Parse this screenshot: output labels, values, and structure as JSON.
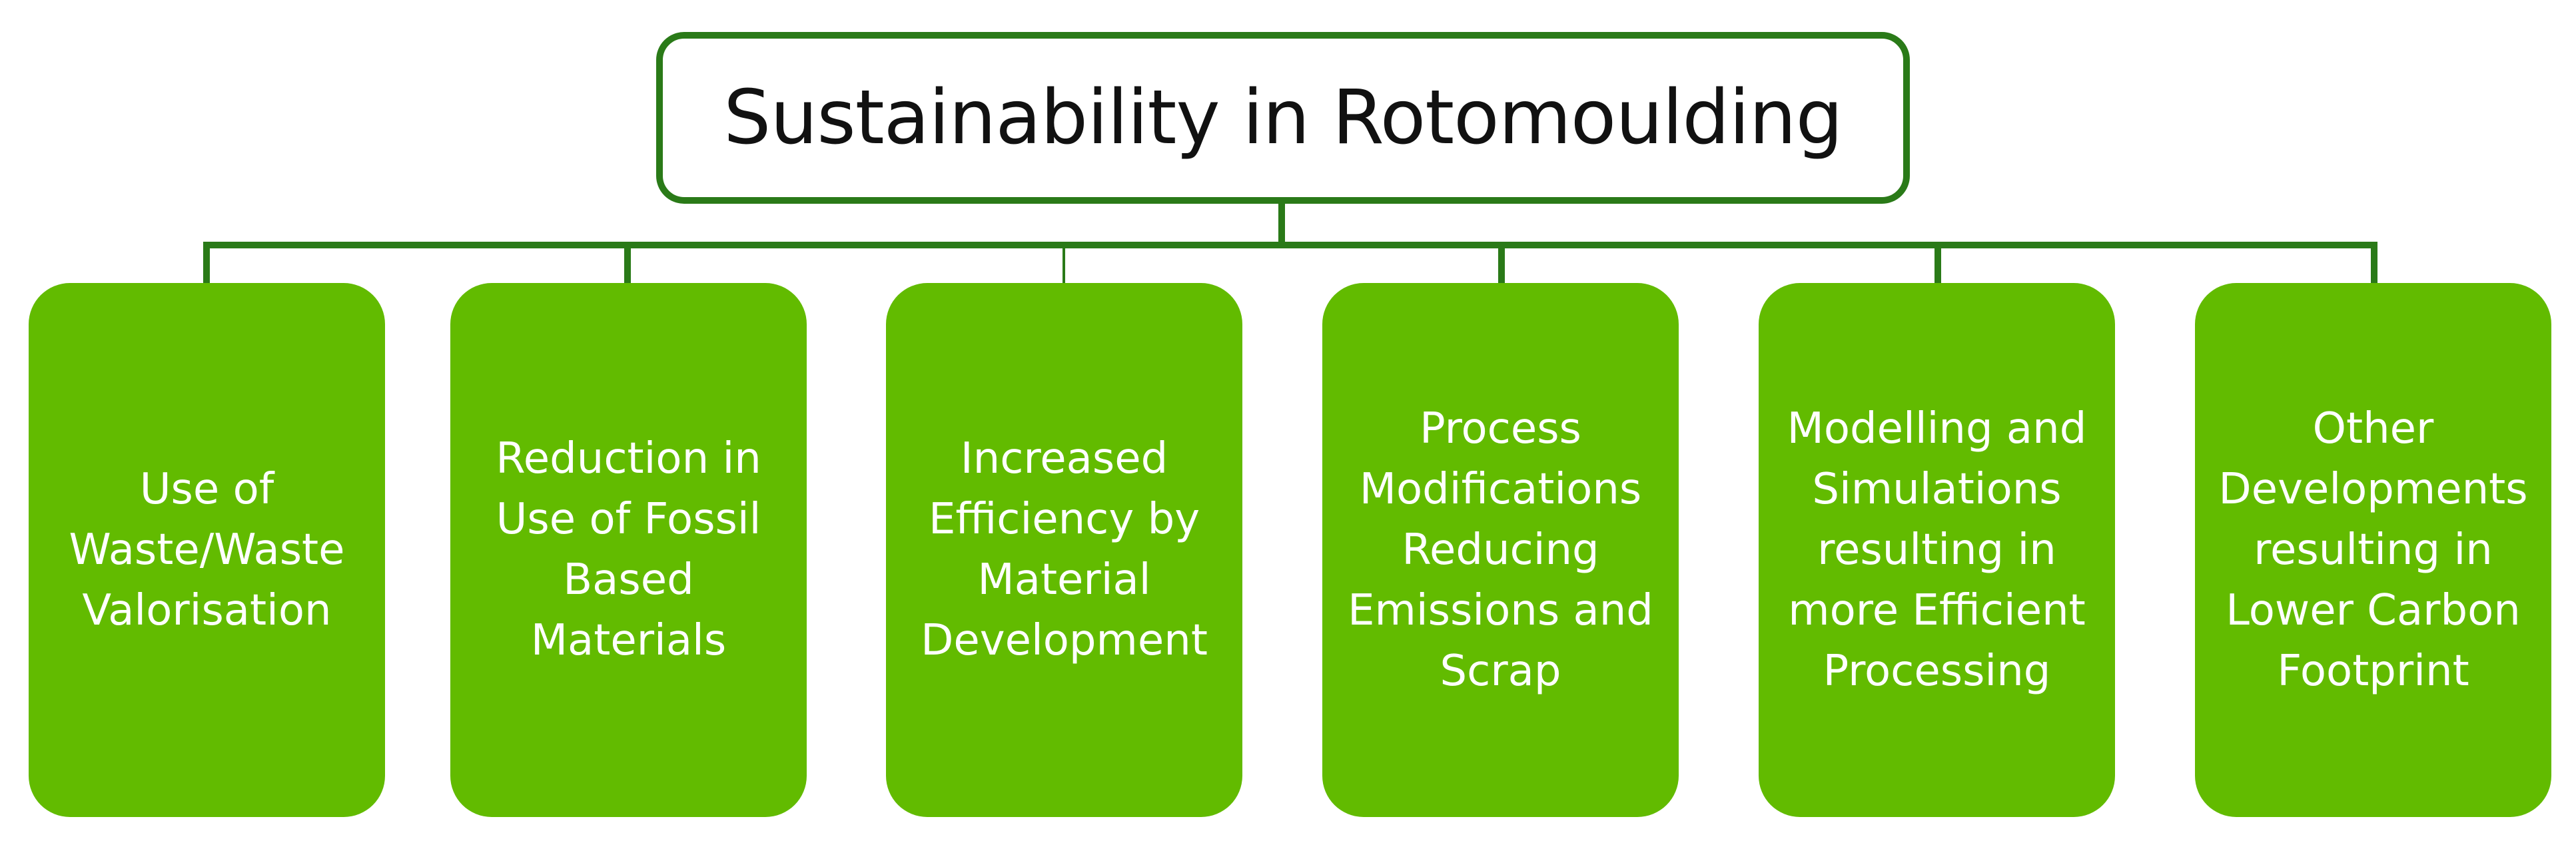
{
  "diagram": {
    "root": {
      "label": "Sustainability in Rotomoulding"
    },
    "children": [
      {
        "label": "Use of\nWaste/Waste\nValorisation"
      },
      {
        "label": "Reduction in\nUse of Fossil\nBased\nMaterials"
      },
      {
        "label": "Increased\nEfficiency by\nMaterial\nDevelopment"
      },
      {
        "label": "Process\nModifications\nReducing\nEmissions and\nScrap"
      },
      {
        "label": "Modelling and\nSimulations\nresulting in\nmore Efficient\nProcessing"
      },
      {
        "label": "Other\nDevelopments\nresulting in\nLower Carbon\nFootprint"
      }
    ],
    "colors": {
      "root_border": "#2a7a18",
      "connector": "#2a7a18",
      "child_fill": "#62bb00",
      "child_text": "#ffffff",
      "root_text": "#111111"
    }
  }
}
